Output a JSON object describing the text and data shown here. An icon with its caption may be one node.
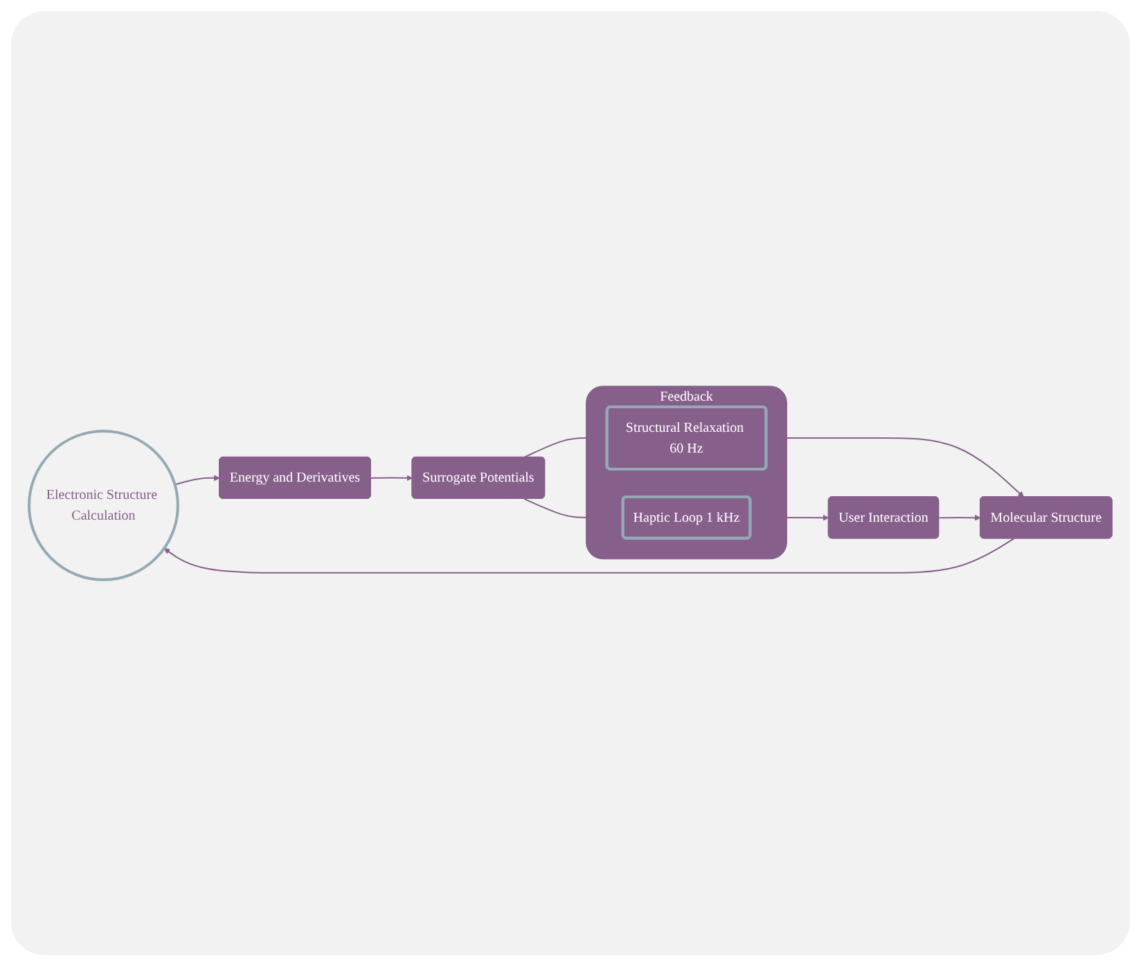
{
  "diagram": {
    "nodes": [
      {
        "text": [
          "Electronic Structure Calculation"
        ]
      },
      {
        "text": [
          "Energy and Derivatives"
        ]
      },
      {
        "text": [
          "Surrogate Potentials"
        ]
      },
      {
        "text": [
          "Feedback"
        ]
      },
      {
        "text": [
          "Structural Relaxation 60 Hz"
        ],
        "in": 3
      },
      {
        "text": [
          "Haptic Loop 1 kHz"
        ],
        "in": 3
      },
      {
        "text": [
          "Molecular Structure"
        ]
      },
      {
        "text": [
          "User Interaction"
        ]
      }
    ],
    "edges": [
      {
        "from": 0,
        "to": 1,
        "arrow": "to"
      },
      {
        "from": 1,
        "to": 2,
        "arrow": "to"
      },
      {
        "from": 2,
        "to": 4,
        "arrow": "to"
      },
      {
        "from": 2,
        "to": 5,
        "arrow": "to"
      },
      {
        "from": 4,
        "to": 6,
        "arrow": "to"
      },
      {
        "from": 5,
        "to": 7,
        "arrow": "to"
      },
      {
        "from": 7,
        "to": 6,
        "arrow": "to"
      },
      {
        "from": 6,
        "to": 0,
        "arrow": "to"
      }
    ]
  }
}
